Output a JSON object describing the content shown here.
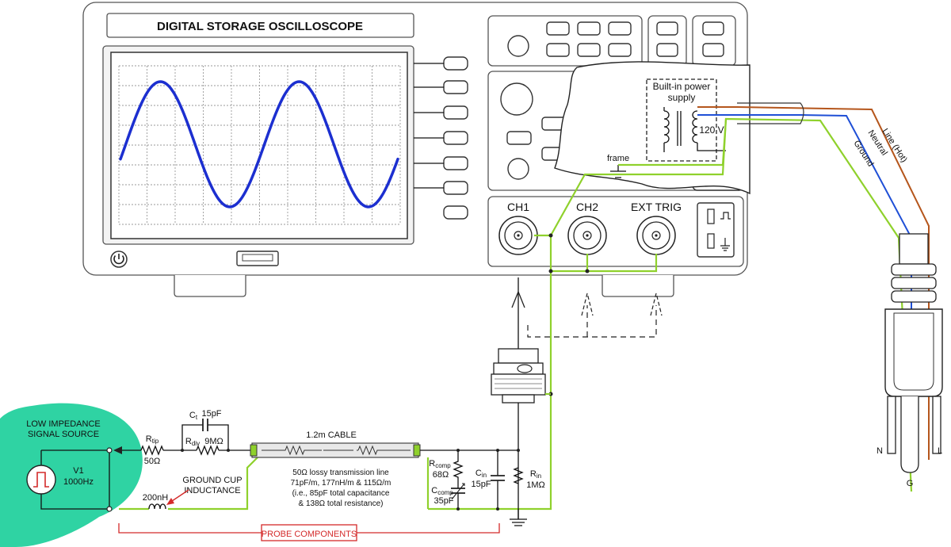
{
  "scope": {
    "title": "DIGITAL STORAGE OSCILLOSCOPE",
    "connectors": [
      "CH1",
      "CH2",
      "EXT TRIG"
    ],
    "power_supply_label": "Built-in power supply",
    "power_supply_label_lines": [
      "Built-in power",
      "supply"
    ],
    "voltage": "120 V",
    "frame_label": "frame"
  },
  "cord": {
    "line": "Line (Hot)",
    "neutral": "Neutral",
    "ground": "Ground",
    "prongs": [
      "N",
      "L",
      "G"
    ],
    "colors": {
      "line": "#b5561c",
      "neutral": "#1f4fd6",
      "ground": "#8fd12c"
    }
  },
  "source": {
    "title_lines": [
      "LOW IMPEDANCE",
      "SIGNAL SOURCE"
    ],
    "name": "V1",
    "freq": "1000Hz",
    "color": "#2fd3a3"
  },
  "probe": {
    "r_tip": {
      "name": "R",
      "sub": "tip",
      "value": "50Ω"
    },
    "c_t": {
      "name": "C",
      "sub": "t",
      "value": "15pF"
    },
    "r_div": {
      "name": "R",
      "sub": "div",
      "value": "9MΩ"
    },
    "cable_label": "1.2m CABLE",
    "line_desc": [
      "50Ω lossy transmission line",
      "71pF/m, 177nH/m & 115Ω/m",
      "(i.e., 85pF total capacitance",
      "& 138Ω total resistance)"
    ],
    "inductance": "200nH",
    "ground_cup_lines": [
      "GROUND CUP",
      "INDUCTANCE"
    ],
    "components_label": "PROBE COMPONENTS",
    "r_comp": {
      "name": "R",
      "sub": "comp",
      "value": "68Ω"
    },
    "c_comp": {
      "name": "C",
      "sub": "comp",
      "value": "35pF"
    },
    "c_in": {
      "name": "C",
      "sub": "in",
      "value": "15pF"
    },
    "r_in": {
      "name": "R",
      "sub": "in",
      "value": "1MΩ"
    }
  },
  "colors": {
    "trace": "#1c2fd0",
    "ground_wire": "#8fd12c",
    "highlight": "#d42a2a"
  }
}
